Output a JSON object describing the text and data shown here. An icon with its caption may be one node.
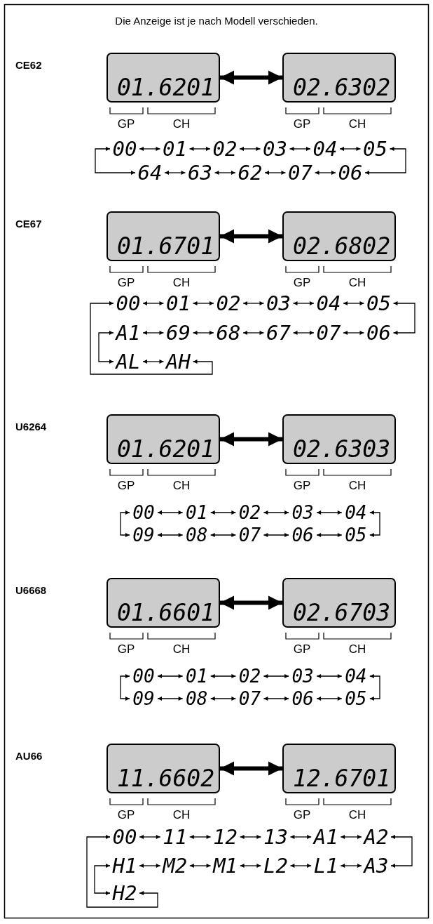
{
  "diagram": {
    "title": "Die Anzeige ist je nach Modell verschieden.",
    "nodes": [
      {
        "text": [
          "01.6201"
        ]
      },
      {
        "text": [
          "02.6302"
        ]
      },
      {
        "text": [
          "00"
        ]
      },
      {
        "text": [
          "01"
        ]
      },
      {
        "text": [
          "02"
        ]
      },
      {
        "text": [
          "03"
        ]
      },
      {
        "text": [
          "04"
        ]
      },
      {
        "text": [
          "05"
        ]
      },
      {
        "text": [
          "64"
        ]
      },
      {
        "text": [
          "63"
        ]
      },
      {
        "text": [
          "62"
        ]
      },
      {
        "text": [
          "07"
        ]
      },
      {
        "text": [
          "06"
        ]
      },
      {
        "text": [
          "01.6701"
        ]
      },
      {
        "text": [
          "02.6802"
        ]
      },
      {
        "text": [
          "00"
        ]
      },
      {
        "text": [
          "01"
        ]
      },
      {
        "text": [
          "02"
        ]
      },
      {
        "text": [
          "03"
        ]
      },
      {
        "text": [
          "04"
        ]
      },
      {
        "text": [
          "05"
        ]
      },
      {
        "text": [
          "A1"
        ]
      },
      {
        "text": [
          "69"
        ]
      },
      {
        "text": [
          "68"
        ]
      },
      {
        "text": [
          "67"
        ]
      },
      {
        "text": [
          "07"
        ]
      },
      {
        "text": [
          "06"
        ]
      },
      {
        "text": [
          "AL"
        ]
      },
      {
        "text": [
          "AH"
        ]
      },
      {
        "text": [
          "01.6201"
        ]
      },
      {
        "text": [
          "02.6303"
        ]
      },
      {
        "text": [
          "00"
        ]
      },
      {
        "text": [
          "01"
        ]
      },
      {
        "text": [
          "02"
        ]
      },
      {
        "text": [
          "03"
        ]
      },
      {
        "text": [
          "04"
        ]
      },
      {
        "text": [
          "09"
        ]
      },
      {
        "text": [
          "08"
        ]
      },
      {
        "text": [
          "07"
        ]
      },
      {
        "text": [
          "06"
        ]
      },
      {
        "text": [
          "05"
        ]
      },
      {
        "text": [
          "01.6601"
        ]
      },
      {
        "text": [
          "02.6703"
        ]
      },
      {
        "text": [
          "00"
        ]
      },
      {
        "text": [
          "01"
        ]
      },
      {
        "text": [
          "02"
        ]
      },
      {
        "text": [
          "03"
        ]
      },
      {
        "text": [
          "04"
        ]
      },
      {
        "text": [
          "09"
        ]
      },
      {
        "text": [
          "08"
        ]
      },
      {
        "text": [
          "07"
        ]
      },
      {
        "text": [
          "06"
        ]
      },
      {
        "text": [
          "05"
        ]
      },
      {
        "text": [
          "11.6602"
        ]
      },
      {
        "text": [
          "12.6701"
        ]
      },
      {
        "text": [
          "00"
        ]
      },
      {
        "text": [
          "11"
        ]
      },
      {
        "text": [
          "12"
        ]
      },
      {
        "text": [
          "13"
        ]
      },
      {
        "text": [
          "A1"
        ]
      },
      {
        "text": [
          "A2"
        ]
      },
      {
        "text": [
          "H1"
        ]
      },
      {
        "text": [
          "M2"
        ]
      },
      {
        "text": [
          "M1"
        ]
      },
      {
        "text": [
          "L2"
        ]
      },
      {
        "text": [
          "L1"
        ]
      },
      {
        "text": [
          "A3"
        ]
      },
      {
        "text": [
          "H2"
        ]
      }
    ],
    "edges": [
      {
        "from": 0,
        "to": 1,
        "arrow": "both",
        "style": "thick"
      },
      {
        "from": 2,
        "to": 3,
        "arrow": "both"
      },
      {
        "from": 3,
        "to": 4,
        "arrow": "both"
      },
      {
        "from": 4,
        "to": 5,
        "arrow": "both"
      },
      {
        "from": 5,
        "to": 6,
        "arrow": "both"
      },
      {
        "from": 6,
        "to": 7,
        "arrow": "both"
      },
      {
        "from": 7,
        "to": 12,
        "arrow": "both"
      },
      {
        "from": 8,
        "to": 9,
        "arrow": "both"
      },
      {
        "from": 9,
        "to": 10,
        "arrow": "both"
      },
      {
        "from": 10,
        "to": 11,
        "arrow": "both"
      },
      {
        "from": 11,
        "to": 12,
        "arrow": "both"
      },
      {
        "from": 2,
        "to": 8,
        "arrow": "both"
      },
      {
        "from": 13,
        "to": 14,
        "arrow": "both",
        "style": "thick"
      },
      {
        "from": 15,
        "to": 16,
        "arrow": "both"
      },
      {
        "from": 16,
        "to": 17,
        "arrow": "both"
      },
      {
        "from": 17,
        "to": 18,
        "arrow": "both"
      },
      {
        "from": 18,
        "to": 19,
        "arrow": "both"
      },
      {
        "from": 19,
        "to": 20,
        "arrow": "both"
      },
      {
        "from": 20,
        "to": 26,
        "arrow": "both"
      },
      {
        "from": 21,
        "to": 22,
        "arrow": "both"
      },
      {
        "from": 22,
        "to": 23,
        "arrow": "both"
      },
      {
        "from": 23,
        "to": 24,
        "arrow": "both"
      },
      {
        "from": 24,
        "to": 25,
        "arrow": "both"
      },
      {
        "from": 25,
        "to": 26,
        "arrow": "both"
      },
      {
        "from": 21,
        "to": 27,
        "arrow": "both"
      },
      {
        "from": 27,
        "to": 28,
        "arrow": "both"
      },
      {
        "from": 28,
        "to": 15,
        "arrow": "both"
      },
      {
        "from": 29,
        "to": 30,
        "arrow": "both",
        "style": "thick"
      },
      {
        "from": 31,
        "to": 32,
        "arrow": "both"
      },
      {
        "from": 32,
        "to": 33,
        "arrow": "both"
      },
      {
        "from": 33,
        "to": 34,
        "arrow": "both"
      },
      {
        "from": 34,
        "to": 35,
        "arrow": "both"
      },
      {
        "from": 35,
        "to": 40,
        "arrow": "both"
      },
      {
        "from": 36,
        "to": 37,
        "arrow": "both"
      },
      {
        "from": 37,
        "to": 38,
        "arrow": "both"
      },
      {
        "from": 38,
        "to": 39,
        "arrow": "both"
      },
      {
        "from": 39,
        "to": 40,
        "arrow": "both"
      },
      {
        "from": 31,
        "to": 36,
        "arrow": "both"
      },
      {
        "from": 41,
        "to": 42,
        "arrow": "both",
        "style": "thick"
      },
      {
        "from": 43,
        "to": 44,
        "arrow": "both"
      },
      {
        "from": 44,
        "to": 45,
        "arrow": "both"
      },
      {
        "from": 45,
        "to": 46,
        "arrow": "both"
      },
      {
        "from": 46,
        "to": 47,
        "arrow": "both"
      },
      {
        "from": 47,
        "to": 52,
        "arrow": "both"
      },
      {
        "from": 48,
        "to": 49,
        "arrow": "both"
      },
      {
        "from": 49,
        "to": 50,
        "arrow": "both"
      },
      {
        "from": 50,
        "to": 51,
        "arrow": "both"
      },
      {
        "from": 51,
        "to": 52,
        "arrow": "both"
      },
      {
        "from": 43,
        "to": 48,
        "arrow": "both"
      },
      {
        "from": 53,
        "to": 54,
        "arrow": "both",
        "style": "thick"
      },
      {
        "from": 55,
        "to": 56,
        "arrow": "both"
      },
      {
        "from": 56,
        "to": 57,
        "arrow": "both"
      },
      {
        "from": 57,
        "to": 58,
        "arrow": "both"
      },
      {
        "from": 58,
        "to": 59,
        "arrow": "both"
      },
      {
        "from": 59,
        "to": 60,
        "arrow": "both"
      },
      {
        "from": 60,
        "to": 66,
        "arrow": "both"
      },
      {
        "from": 61,
        "to": 62,
        "arrow": "both"
      },
      {
        "from": 62,
        "to": 63,
        "arrow": "both"
      },
      {
        "from": 63,
        "to": 64,
        "arrow": "both"
      },
      {
        "from": 64,
        "to": 65,
        "arrow": "both"
      },
      {
        "from": 65,
        "to": 66,
        "arrow": "both"
      },
      {
        "from": 61,
        "to": 67,
        "arrow": "both"
      },
      {
        "from": 67,
        "to": 55,
        "arrow": "both"
      }
    ],
    "labels": [
      "CE62",
      "GP",
      "CH",
      "GP",
      "CH",
      "CE67",
      "GP",
      "CH",
      "GP",
      "CH",
      "U6264",
      "GP",
      "CH",
      "GP",
      "CH",
      "U6668",
      "GP",
      "CH",
      "GP",
      "CH",
      "AU66",
      "GP",
      "CH",
      "GP",
      "CH"
    ]
  }
}
